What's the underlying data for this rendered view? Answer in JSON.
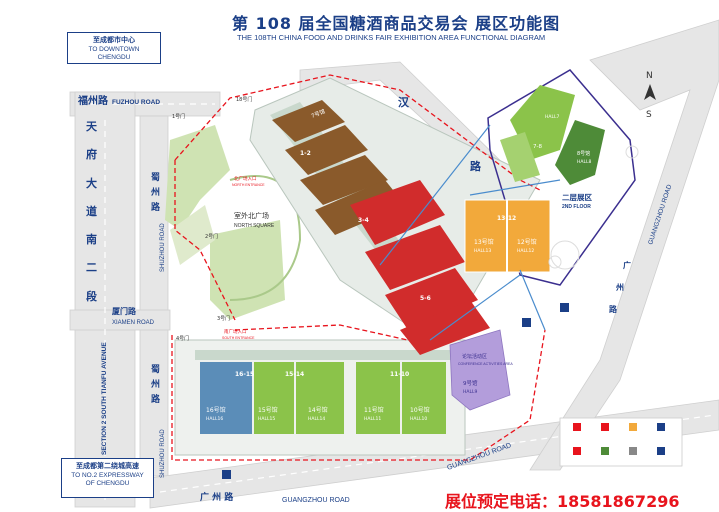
{
  "header": {
    "title_cn": "第 108 届全国糖酒商品交易会  展区功能图",
    "title_en": "THE 108TH CHINA FOOD AND DRINKS FAIR  EXHIBITION AREA FUNCTIONAL DIAGRAM"
  },
  "signs": {
    "downtown_cn": "至成都市中心",
    "downtown_en_1": "TO DOWNTOWN",
    "downtown_en_2": "CHENGDU",
    "expressway_cn": "至成都第二绕城高速",
    "expressway_en_1": "TO NO.2 EXPRESSWAY",
    "expressway_en_2": "OF CHENGDU"
  },
  "roads": {
    "fuzhou_cn": "福州路",
    "fuzhou_en": "FUZHOU ROAD",
    "xiamen_cn": "厦门路",
    "xiamen_en": "XIAMEN ROAD",
    "tianfu_cn": [
      "天",
      "府",
      "大",
      "道",
      "南",
      "二",
      "段"
    ],
    "tianfu_en": "SECTION 2 SOUTH TIANFU AVENUE",
    "shuzhou_cn_top": [
      "蜀",
      "州",
      "路"
    ],
    "shuzhou_en_top": "SHUZHOU ROAD",
    "shuzhou_cn_bot": [
      "蜀",
      "州",
      "路"
    ],
    "shuzhou_en_bot": "SHUZHOU ROAD",
    "han_cn": "汉",
    "lu_cn": "路",
    "guangzhou_cn_bottom": "广  州  路",
    "guangzhou_en_bottom": "GUANGZHOU ROAD",
    "guangzhou_en_mid": "GUANGZHOU ROAD",
    "guangzhou_en_right": "GUANGZHOU ROAD",
    "guangzhou_cn_right": [
      "广",
      "州",
      "路"
    ]
  },
  "areas": {
    "north_square_cn": "室外北广场",
    "north_square_en": "NORTH SQUARE",
    "conference_cn": "论坛活动区",
    "conference_en": "CONFERENCE ACTIVITIES AREA",
    "hall9_cn": "9号馆",
    "hall9_en": "HALL9",
    "second_floor_cn": "二层展区",
    "second_floor_en": "2ND FLOOR"
  },
  "halls": {
    "h7_cn": "7号馆",
    "h7_en": "HALL7",
    "h7_label": "7-8",
    "h8_cn": "8号馆",
    "h8_en": "HALL8",
    "h12_cn": "12号馆",
    "h12_en": "HALL12",
    "h13_cn": "13号馆",
    "h13_en": "HALL13",
    "h13_12": "13-12",
    "h10_cn": "10号馆",
    "h10_en": "HALL10",
    "h11_cn": "11号馆",
    "h11_en": "HALL11",
    "h14_cn": "14号馆",
    "h14_en": "HALL14",
    "h15_cn": "15号馆",
    "h15_en": "HALL15",
    "h16_cn": "16号馆",
    "h16_en": "HALL16",
    "b1_12": "1-2",
    "b3_4": "3-4",
    "b5_6": "5-6",
    "b16_15": "16-15",
    "b15_14": "15-14",
    "b11_10": "11-10"
  },
  "gates": {
    "g18": "18号门",
    "g1": "1号门",
    "g2": "2号门",
    "g3": "3号门",
    "g4": "4号门"
  },
  "entrances": {
    "north_cn": "北广场入口",
    "north_en": "NORTH ENTRANCE",
    "south_cn": "南广场入口",
    "south_en": "SOUTH ENTRANCE"
  },
  "compass": {
    "n": "N",
    "s": "S"
  },
  "hotline": "展位预定电话：18581867296",
  "colors": {
    "brown": "#8a5a2b",
    "red": "#d12c2c",
    "green_dark": "#4e8b38",
    "green_light": "#8bc34a",
    "orange": "#f2a93b",
    "blue_hall": "#5b8db8",
    "purple": "#b39ddb",
    "navy": "#1b3f87",
    "hotline_red": "#e8141d"
  }
}
